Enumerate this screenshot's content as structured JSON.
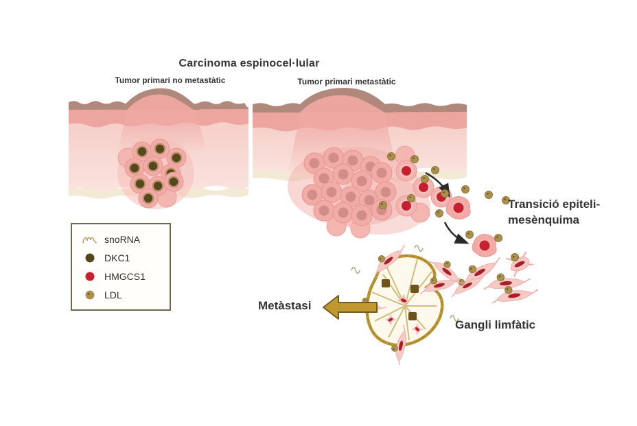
{
  "figure": {
    "title": "Carcinoma espinocel·lular",
    "left_panel_label": "Tumor primari no metastàtic",
    "right_panel_label": "Tumor primari metastàtic",
    "emt_label_line1": "Transició epiteli-",
    "emt_label_line2": "mesènquima",
    "metastasis_label": "Metàstasi",
    "lymph_node_label": "Gangli limfàtic"
  },
  "legend": {
    "items": [
      {
        "label": "snoRNA",
        "icon": "snorna-squiggle-icon",
        "color": "#b3a375"
      },
      {
        "label": "DKC1",
        "icon": "dkc1-dot-icon",
        "color": "#54451a"
      },
      {
        "label": "HMGCS1",
        "icon": "hmgcs1-dot-icon",
        "color": "#c6202e"
      },
      {
        "label": "LDL",
        "icon": "ldl-dot-icon",
        "color": "#ab9050"
      }
    ]
  },
  "colors": {
    "epidermis_brown": "#b1887c",
    "upper_dermis_pink": "#eda5a0",
    "dermis_light_pink": "#f7d0ca",
    "skin_base_cream": "#f3ead6",
    "tumor_cell_pink": "#f2aca8",
    "tumor_nucleus_dusty": "#d28d89",
    "dkc1_nucleus": "#54451a",
    "hmgcs1_nucleus": "#c6202e",
    "ldl_dot": "#ab9050",
    "metastasis_arrow_gold": "#c29730",
    "lymph_node_outline": "#bd9733",
    "emt_arrow_black": "#2a2a2a",
    "text": "#343434"
  }
}
